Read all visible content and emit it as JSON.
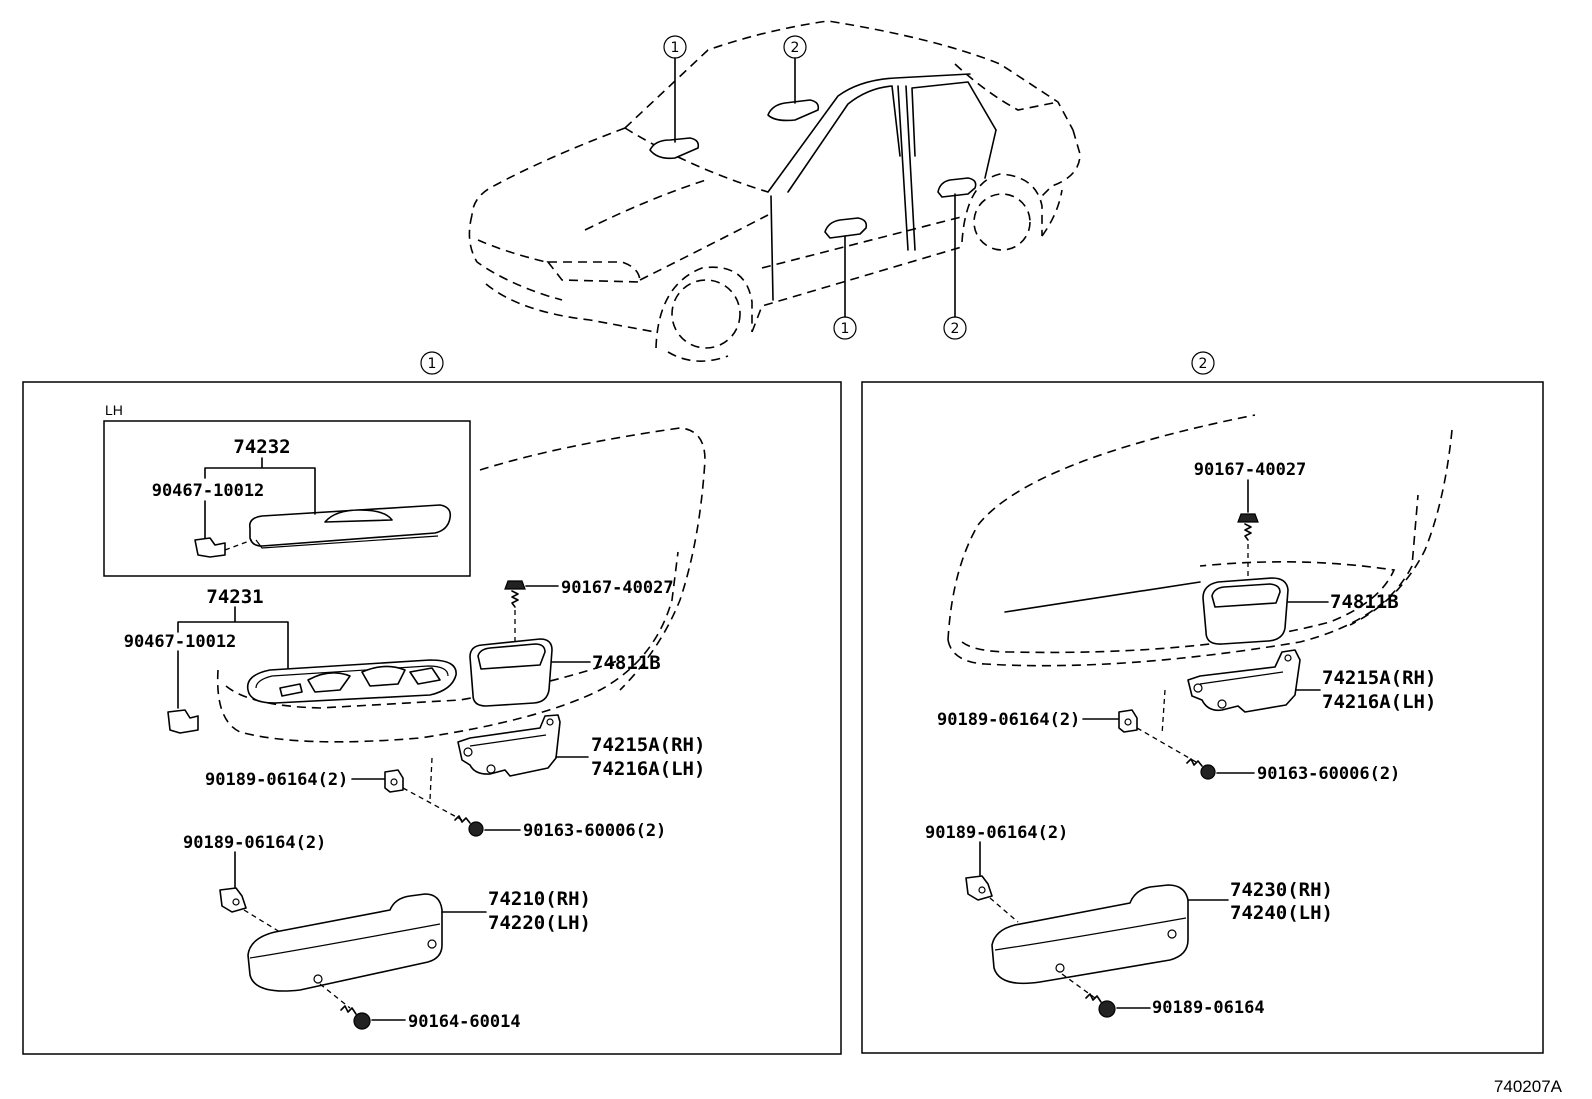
{
  "top_view": {
    "callout_grab_front": "1",
    "callout_grab_rear": "2",
    "callout_door_front": "1",
    "callout_door_rear": "2"
  },
  "section_1": {
    "number": "1",
    "inset_label": "LH",
    "inset_switch_base": "74232",
    "inset_clip": "90467-10012",
    "switch_base": "74231",
    "switch_clip": "90467-10012",
    "cup_screw": "90167-40027",
    "cup": "74811B",
    "bracket_rh": "74215A(RH)",
    "bracket_lh": "74216A(LH)",
    "bracket_clip": "90189-06164(2)",
    "bracket_screw": "90163-60006(2)",
    "armrest_clip": "90189-06164(2)",
    "armrest_rh": "74210(RH)",
    "armrest_lh": "74220(LH)",
    "armrest_screw": "90164-60014"
  },
  "section_2": {
    "number": "2",
    "cup_screw": "90167-40027",
    "cup": "74811B",
    "bracket_rh": "74215A(RH)",
    "bracket_lh": "74216A(LH)",
    "bracket_clip": "90189-06164(2)",
    "bracket_screw": "90163-60006(2)",
    "armrest_clip": "90189-06164(2)",
    "armrest_rh": "74230(RH)",
    "armrest_lh": "74240(LH)",
    "armrest_screw": "90189-06164"
  },
  "figure_code": "740207A"
}
